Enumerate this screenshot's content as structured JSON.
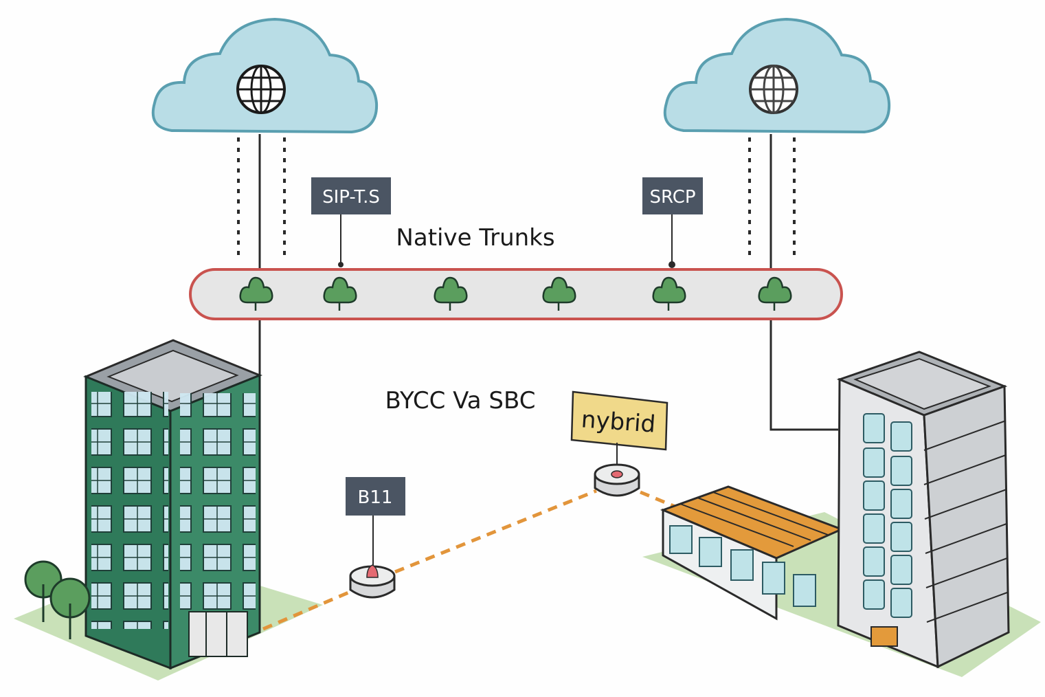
{
  "labels": {
    "trunk_title": "Native Trunks",
    "middle_caption": "BYCC Va SBC",
    "tag_left": "SIP-T.S",
    "tag_right": "SRCP",
    "tag_b11": "B11",
    "tag_hybrid": "nybrid"
  },
  "colors": {
    "cloud_fill": "#b9dde6",
    "cloud_stroke": "#5a9fb0",
    "trunk_stroke": "#c9534f",
    "trunk_fill": "#e6e6e6",
    "tree_green": "#5b9e5e",
    "dark_tag": "#4b5563",
    "hybrid_tag": "#f0d98a",
    "building_green": "#2f7a5a",
    "building_gray": "#d9dadc",
    "roof_orange": "#e39a3b",
    "dashed_orange": "#e2953b",
    "ground_green": "#b9d9a8"
  },
  "icons": [
    "globe-icon",
    "tree-icon",
    "device-node-icon"
  ]
}
